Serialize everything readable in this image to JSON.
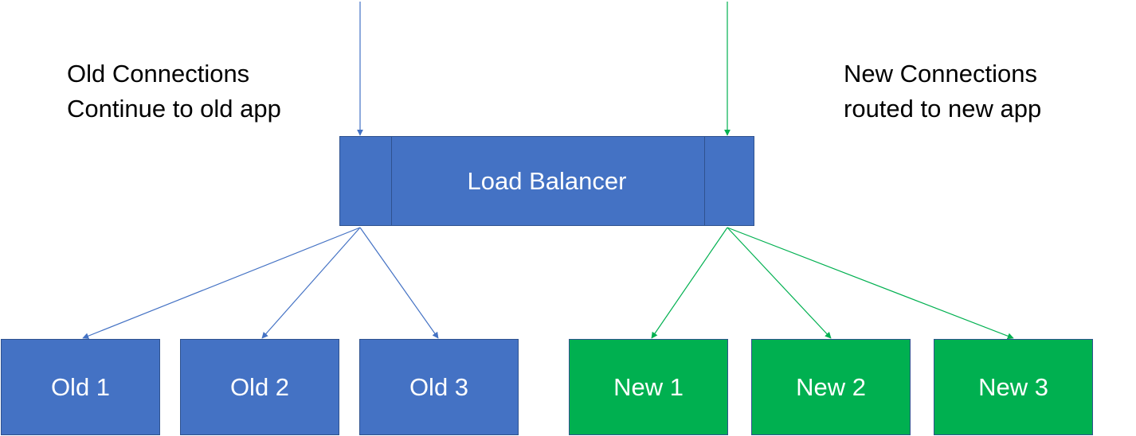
{
  "captions": {
    "old": [
      "Old Connections",
      "Continue to old app"
    ],
    "new": [
      "New Connections",
      "routed to new app"
    ]
  },
  "load_balancer": {
    "label": "Load Balancer",
    "color": "#4472C4"
  },
  "nodes": {
    "old": [
      "Old 1",
      "Old 2",
      "Old 3"
    ],
    "new": [
      "New 1",
      "New 2",
      "New 3"
    ]
  },
  "colors": {
    "old": "#4472C4",
    "new": "#00B050",
    "outline": "#2F528F"
  }
}
